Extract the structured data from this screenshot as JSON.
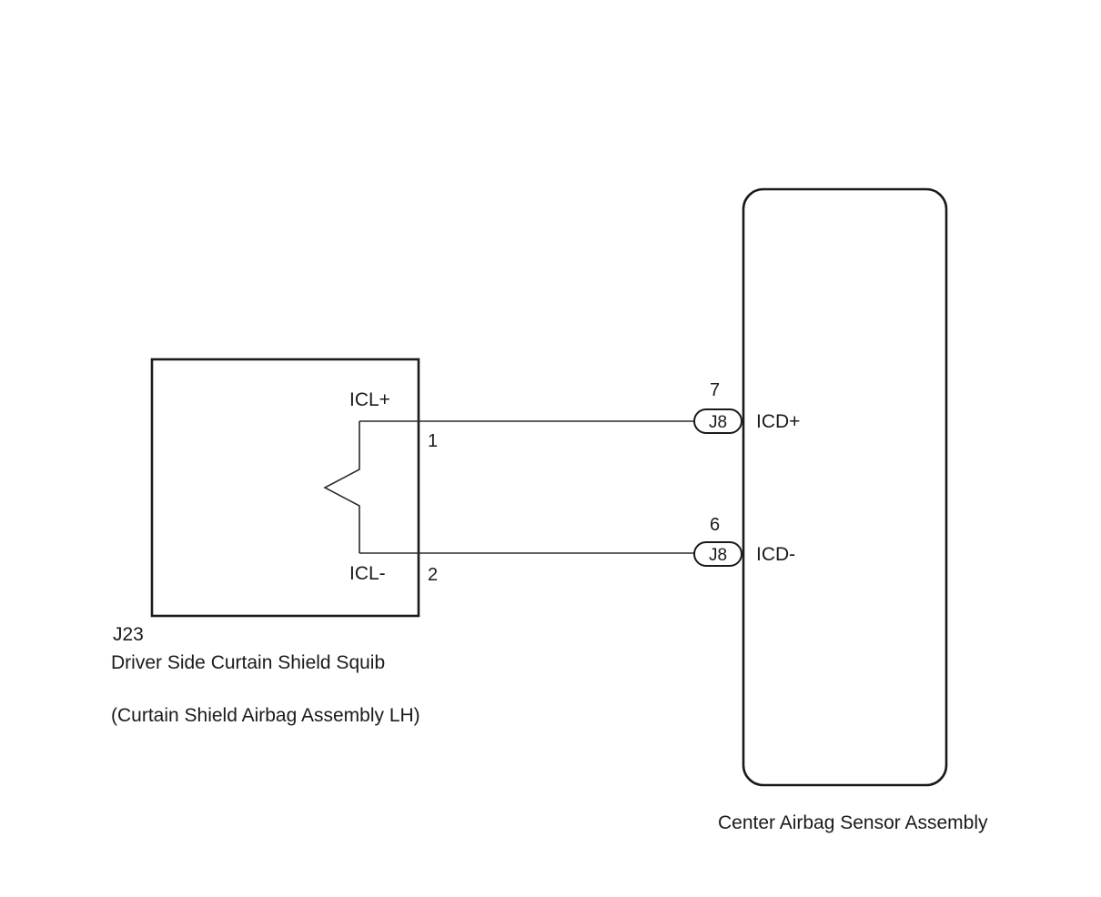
{
  "squib": {
    "code": "J23",
    "name": "Driver Side Curtain Shield Squib",
    "assembly": "(Curtain Shield Airbag Assembly LH)",
    "terminals": {
      "pos_label": "ICL+",
      "neg_label": "ICL-",
      "pos_pin": "1",
      "neg_pin": "2"
    }
  },
  "sensor": {
    "name": "Center Airbag Sensor Assembly",
    "terminals": {
      "pos_label": "ICD+",
      "neg_label": "ICD-",
      "pos_pin": "7",
      "neg_pin": "6"
    }
  },
  "connectors": {
    "pos_code": "J8",
    "neg_code": "J8"
  },
  "colors": {
    "line": "#1a1a1a",
    "background": "#ffffff"
  }
}
